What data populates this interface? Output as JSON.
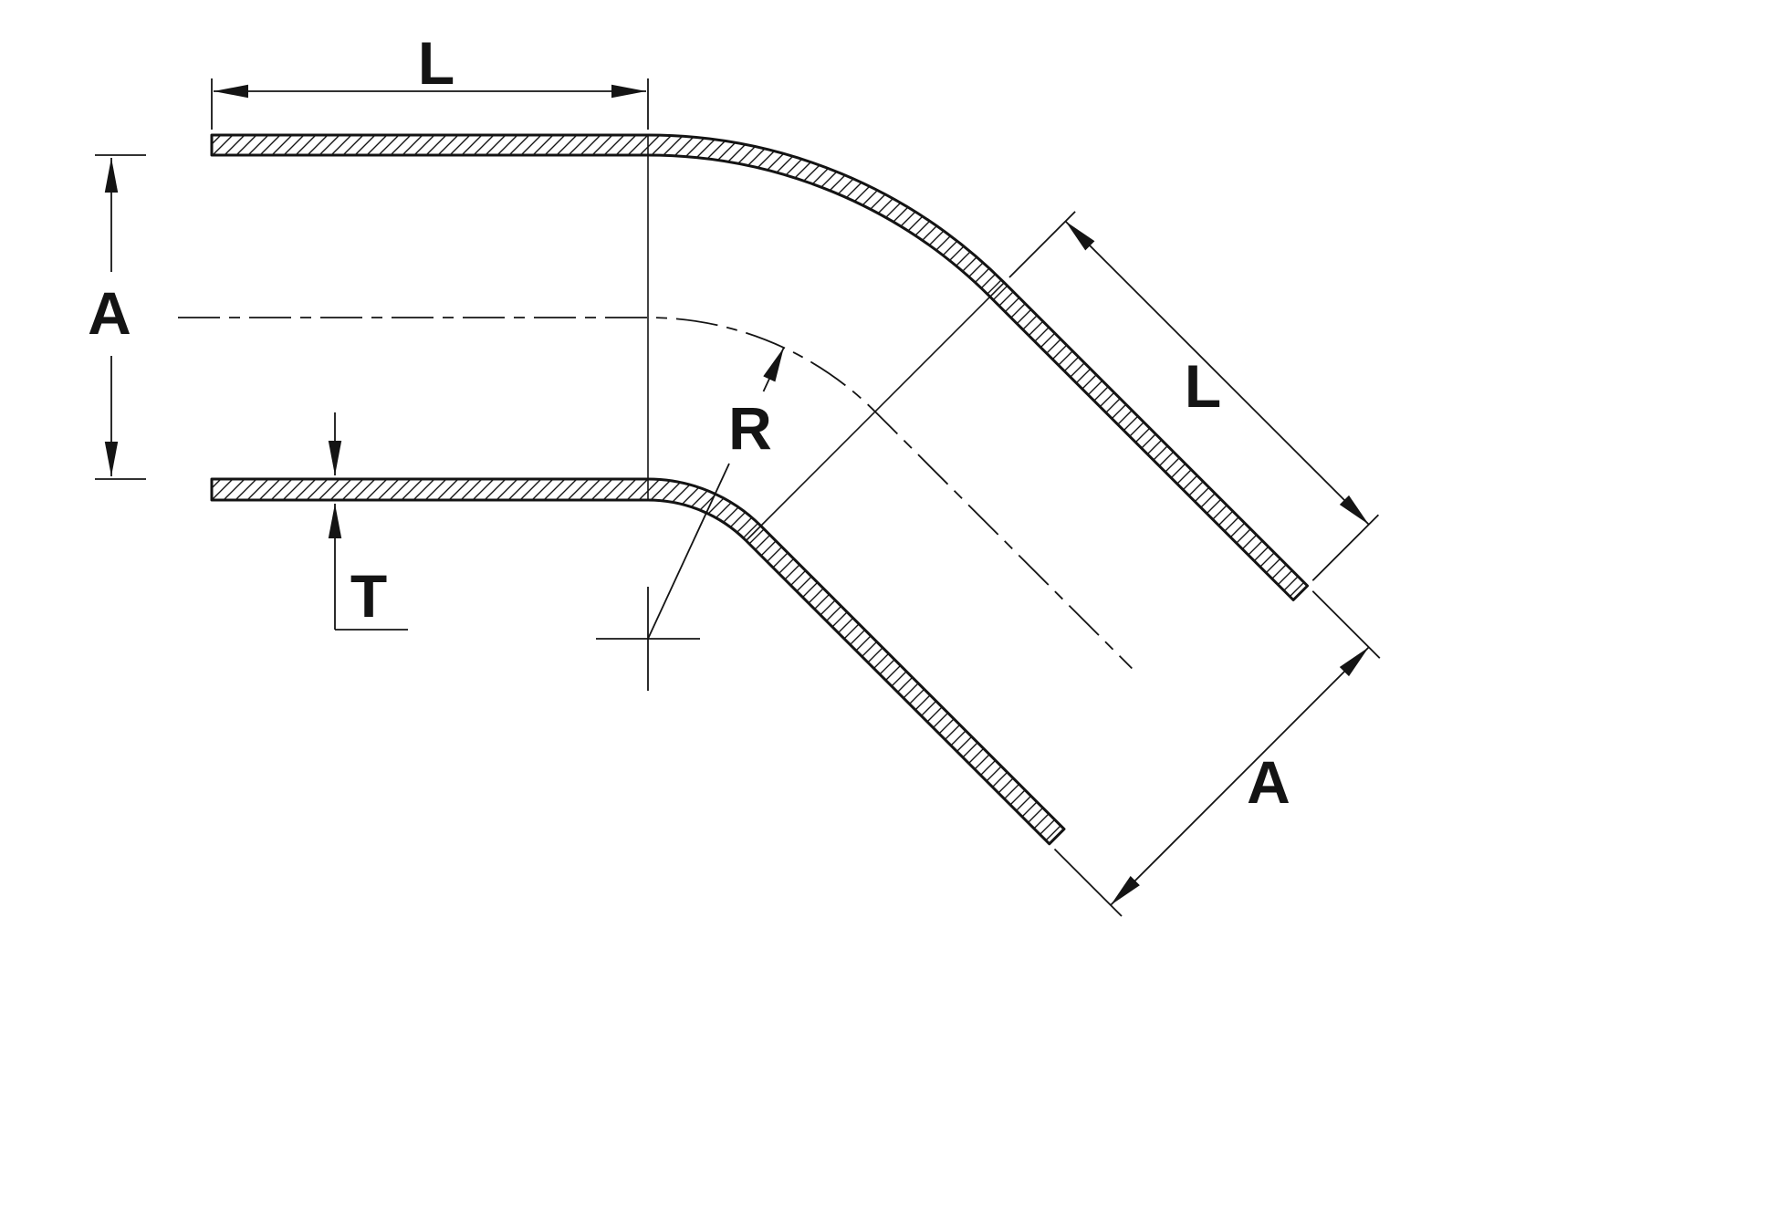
{
  "page": {
    "background": "#ffffff"
  },
  "drawing": {
    "description": "Technical dimension drawing of a 45-degree elbow tube coupler with hatched wall sections",
    "line_color": "#141414",
    "labels": {
      "top_length": "L",
      "left_diameter": "A",
      "wall_thickness": "T",
      "bend_radius": "R",
      "angled_length": "L",
      "angled_diameter": "A"
    }
  }
}
